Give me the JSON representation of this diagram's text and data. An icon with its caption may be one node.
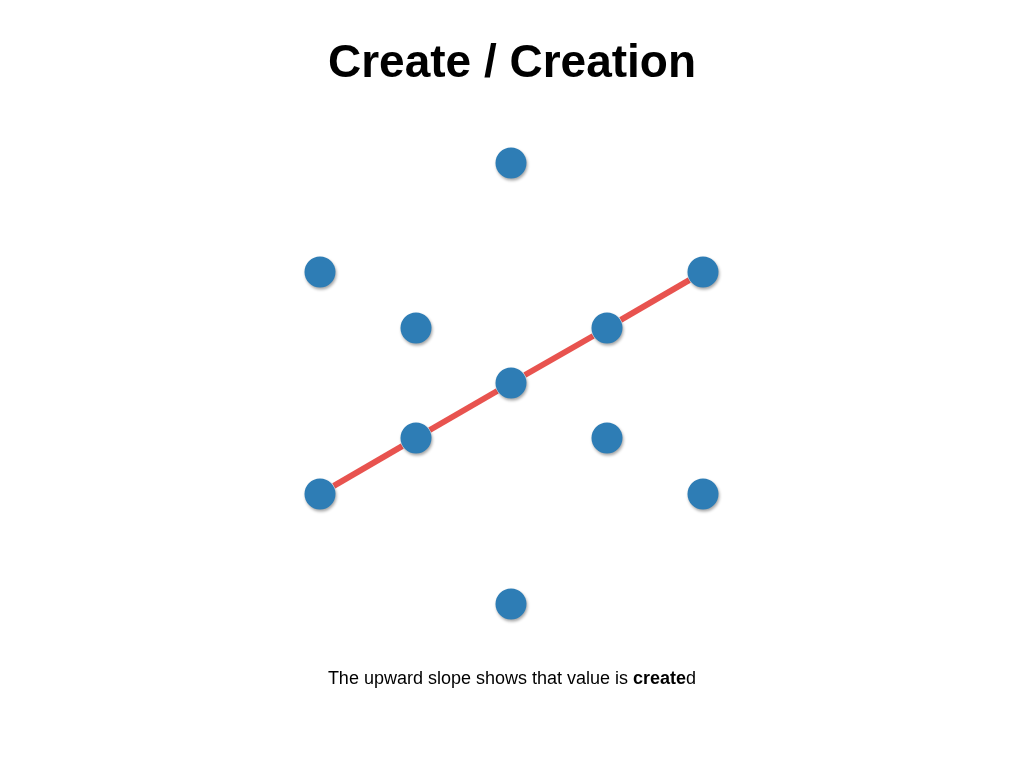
{
  "diagram": {
    "title": "Create / Creation",
    "caption": "The upward slope shows that value is **create**d",
    "nodes": [
      {
        "text": [],
        "shape": "circle"
      },
      {
        "text": [],
        "shape": "circle"
      },
      {
        "text": [],
        "shape": "circle"
      },
      {
        "text": [],
        "shape": "circle"
      },
      {
        "text": [],
        "shape": "circle"
      },
      {
        "text": [],
        "shape": "circle"
      },
      {
        "text": [],
        "shape": "circle"
      },
      {
        "text": [],
        "shape": "circle"
      },
      {
        "text": [],
        "shape": "circle"
      },
      {
        "text": [],
        "shape": "circle"
      },
      {
        "text": [],
        "shape": "circle"
      }
    ],
    "edges": [
      {
        "from": 8,
        "to": 6,
        "arrow": "none"
      },
      {
        "from": 6,
        "to": 5,
        "arrow": "none"
      },
      {
        "from": 5,
        "to": 4,
        "arrow": "none"
      },
      {
        "from": 4,
        "to": 2,
        "arrow": "none"
      }
    ]
  }
}
